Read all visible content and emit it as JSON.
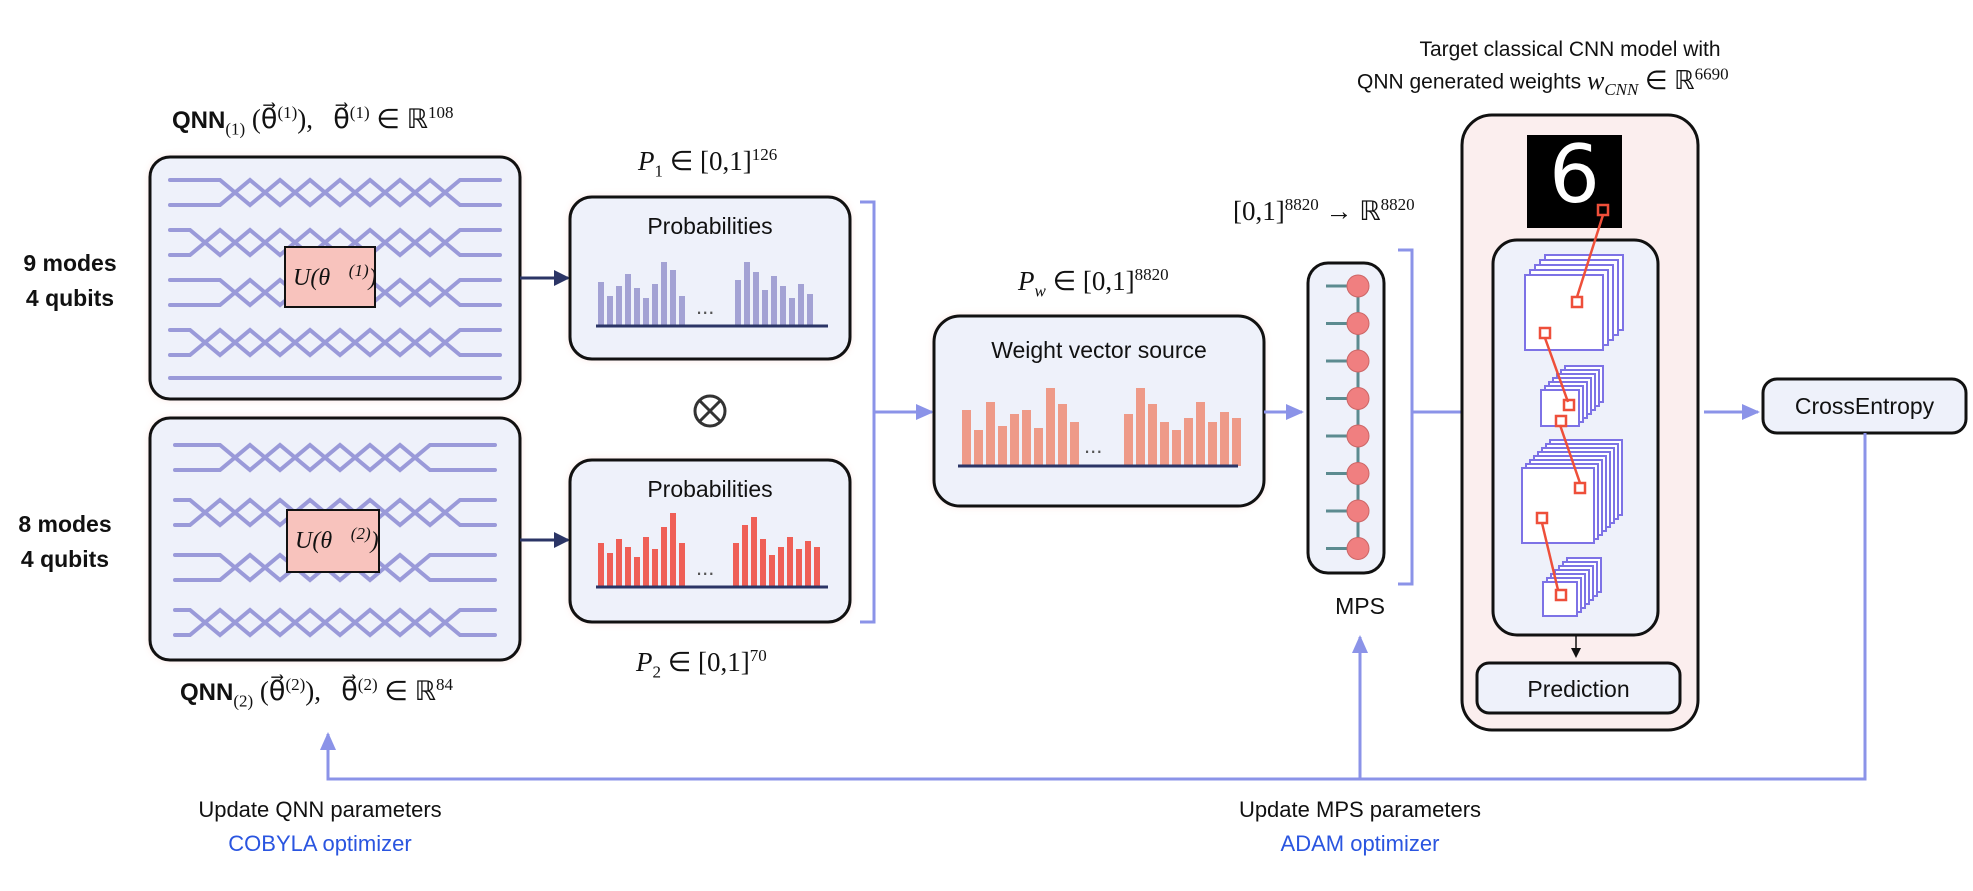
{
  "colors": {
    "arrow": "#8b93e8",
    "dark_arrow": "#2b3566",
    "box_fill": "#eef1fa",
    "pink_fill": "#fbeeee",
    "bar_purple": "#a3a2d4",
    "bar_red": "#ef5f56",
    "bar_salmon": "#ee9a88",
    "node": "#f07f80",
    "cnn_blue": "#7d72e6",
    "cnn_red": "#ee4f3a",
    "link_blue": "#2a55e0"
  },
  "qnn1": {
    "name": "QNN",
    "sub": "(1)",
    "params": "(θ⃗",
    "params_sup": "(1)",
    "params_close": "),",
    "space": "θ⃗",
    "space_sup": "(1)",
    "space_rest": "∈ ℝ",
    "dim": "108",
    "modes": "9 modes",
    "qubits": "4 qubits",
    "unitary": "U(θ⃗",
    "unitary_sup": "(1)",
    "unitary_close": ")"
  },
  "qnn2": {
    "name": "QNN",
    "sub": "(2)",
    "params": "(θ⃗",
    "params_sup": "(2)",
    "params_close": "),",
    "space": "θ⃗",
    "space_sup": "(2)",
    "space_rest": "∈ ℝ",
    "dim": "84",
    "modes": "8 modes",
    "qubits": "4 qubits",
    "unitary": "U(θ⃗",
    "unitary_sup": "(2)",
    "unitary_close": ")"
  },
  "prob1": {
    "label": "Probabilities",
    "math": "P",
    "sub": "1",
    "rest": "∈ [0,1]",
    "dim": "126",
    "ellipsis": "..."
  },
  "prob2": {
    "label": "Probabilities",
    "math": "P",
    "sub": "2",
    "rest": "∈ [0,1]",
    "dim": "70",
    "ellipsis": "..."
  },
  "tensor_symbol": "⊗",
  "weight": {
    "label": "Weight vector source",
    "math": "P",
    "sub": "w",
    "rest": "∈ [0,1]",
    "dim": "8820",
    "ellipsis": "..."
  },
  "mapping": {
    "left": "[0,1]",
    "left_dim": "8820",
    "arrow": "→ ℝ",
    "right_dim": "8820"
  },
  "mps": {
    "label": "MPS"
  },
  "cnn": {
    "title_line1": "Target classical CNN model with",
    "title_line2": "QNN generated weights",
    "w": "w",
    "w_sub": "CNN",
    "w_rest": "∈ ℝ",
    "w_dim": "6690",
    "digit": "6",
    "prediction": "Prediction"
  },
  "loss": {
    "label": "CrossEntropy"
  },
  "update_qnn": {
    "line1": "Update QNN parameters",
    "line2": "COBYLA optimizer"
  },
  "update_mps": {
    "line1": "Update MPS parameters",
    "line2": "ADAM optimizer"
  }
}
